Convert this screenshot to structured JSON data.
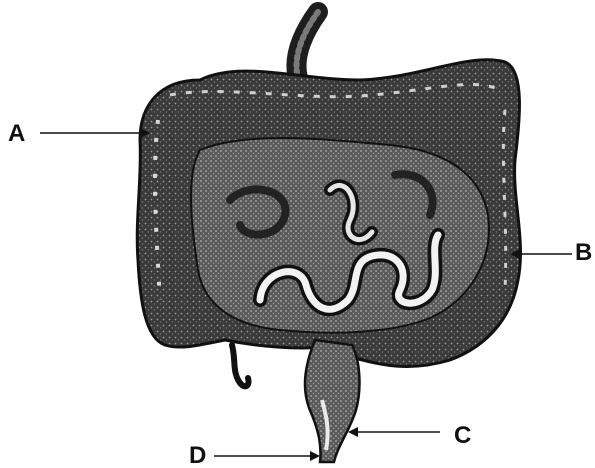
{
  "labels": {
    "a": "A",
    "b": "B",
    "c": "C",
    "d": "D"
  },
  "colors": {
    "ink": "#111111",
    "tissue_dark": "#2a2a2a",
    "tissue_mid": "#6b6b6b",
    "highlight": "#f2f2f2",
    "background": "#ffffff"
  }
}
